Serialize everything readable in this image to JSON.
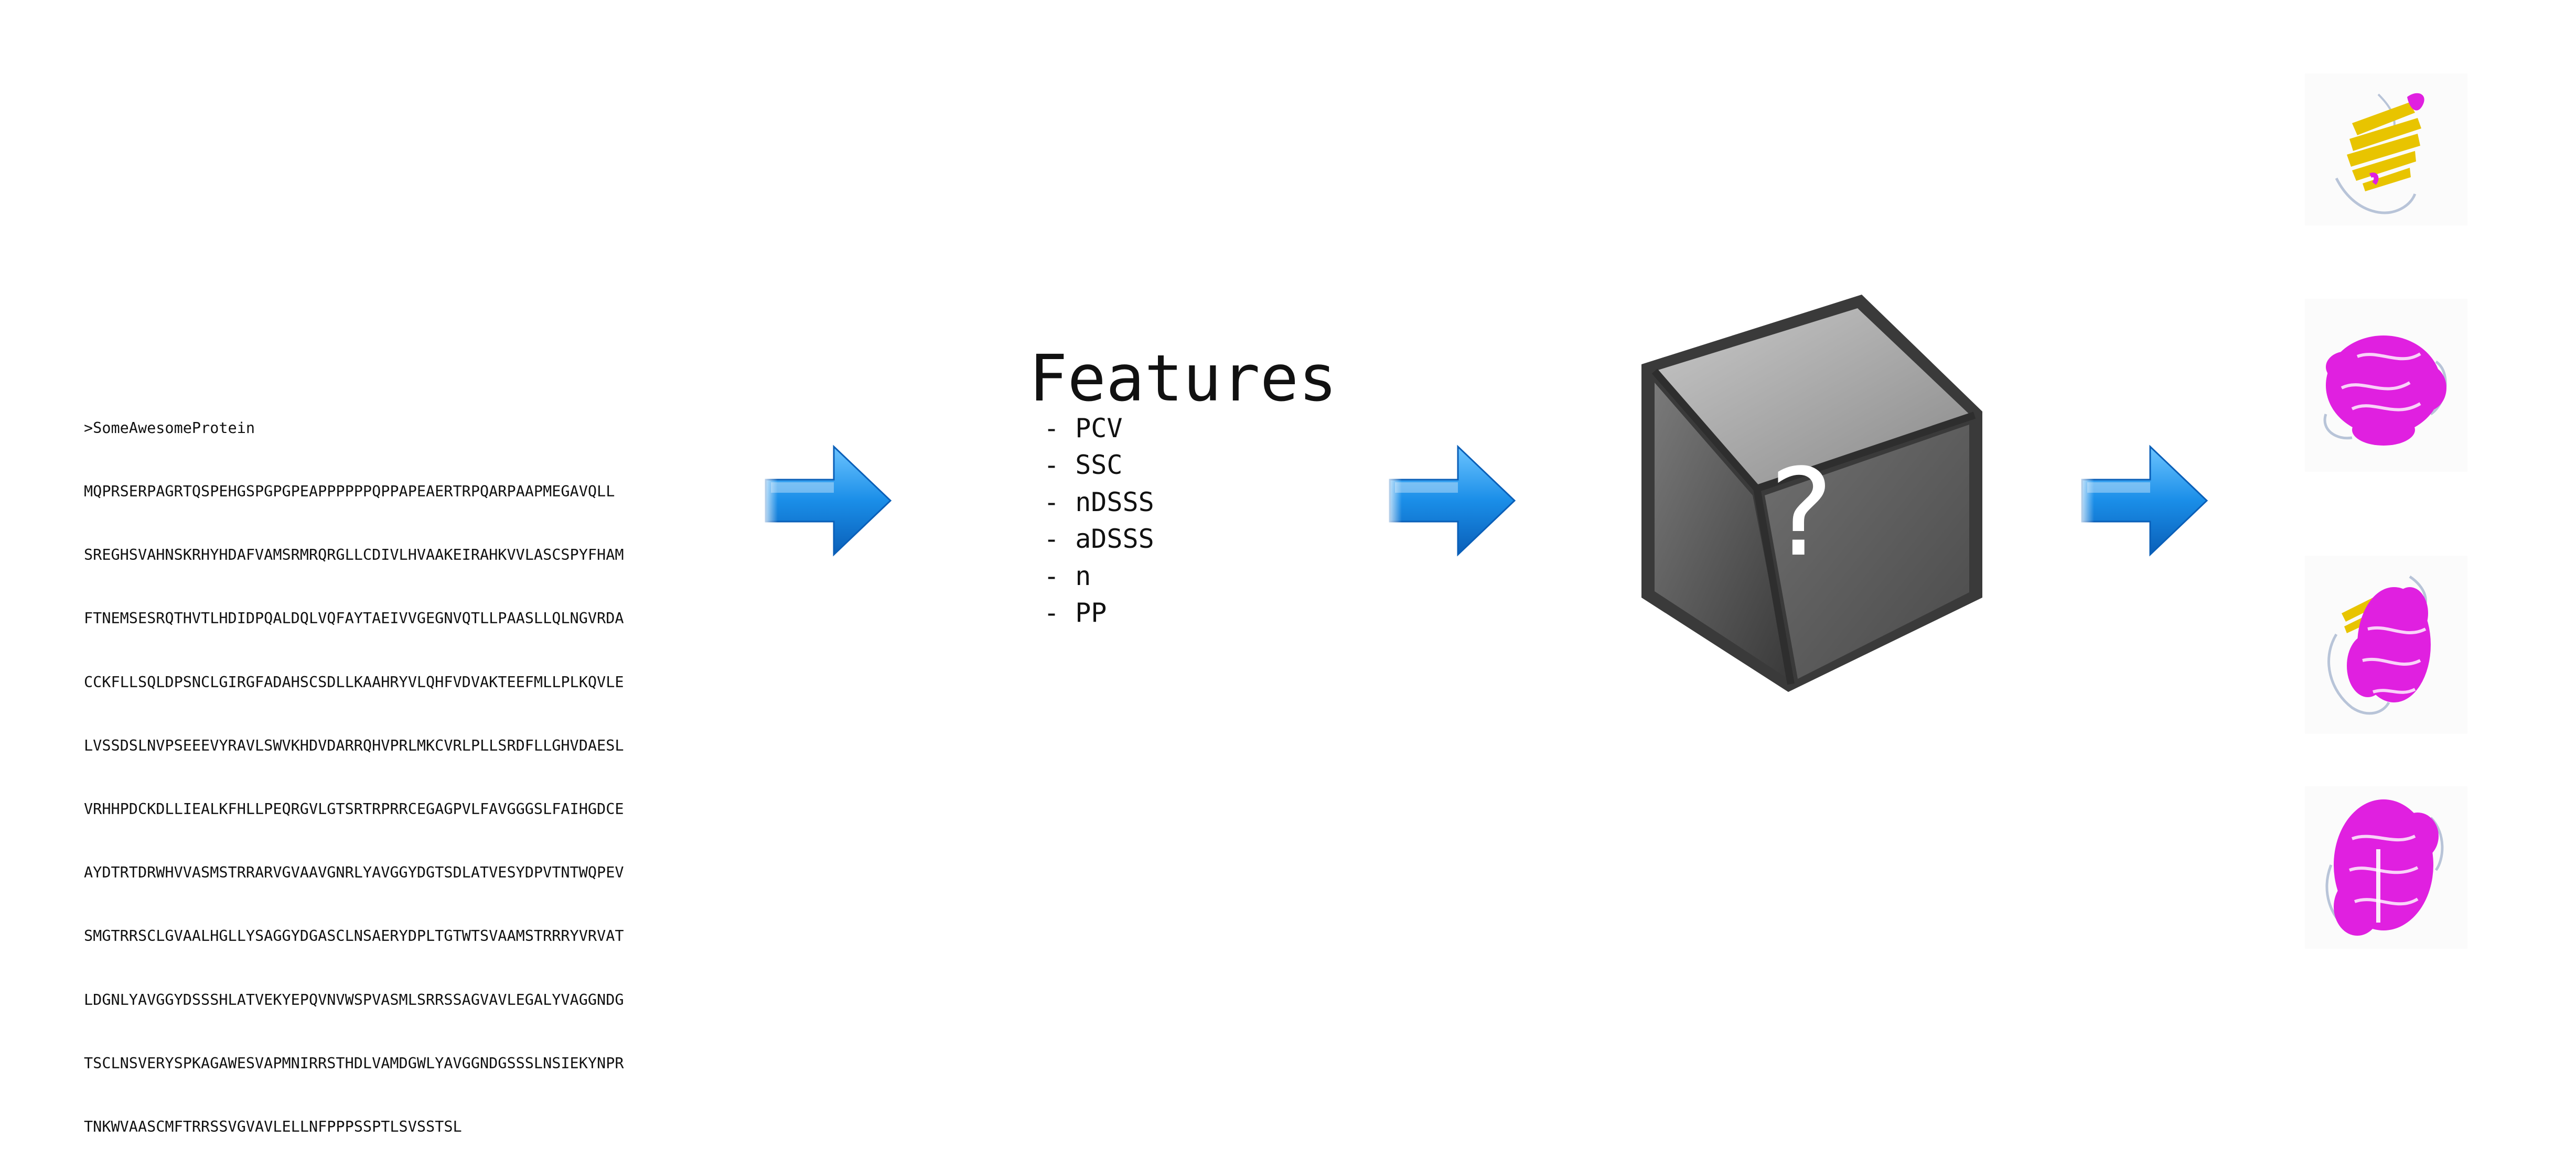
{
  "sequence": {
    "header": ">SomeAwesomeProtein",
    "lines": [
      "MQPRSERPAGRTQSPEHGSPGPGPEAPPPPPPQPPAPEAERTRPQARPAAPMEGAVQLL",
      "SREGHSVAHNSKRHYHDAFVAMSRMRQRGLLCDIVLHVAAKEIRAHKVVLASCSPYFHAM",
      "FTNEMSESRQTHVTLHDIDPQALDQLVQFAYTAEIVVGEGNVQTLLPAASLLQLNGVRDA",
      "CCKFLLSQLDPSNCLGIRGFADAHSCSDLLKAAHRYVLQHFVDVAKTEEFMLLPLKQVLE",
      "LVSSDSLNVPSEEEVYRAVLSWVKHDVDARRQHVPRLMKCVRLPLLSRDFLLGHVDAESL",
      "VRHHPDCKDLLIEALKFHLLPEQRGVLGTSRTRPRRCEGAGPVLFAVGGGSLFAIHGDCE",
      "AYDTRTDRWHVVASMSTRRARVGVAAVGNRLYAVGGYDGTSDLATVESYDPVTNTWQPEV",
      "SMGTRRSCLGVAALHGLLYSAGGYDGASCLNSAERYDPLTGTWTSVAAMSTRRRYVRVAT",
      "LDGNLYAVGGYDSSSHLATVEKYEPQVNVWSPVASMLSRRSSAGVAVLEGALYVAGGNDG",
      "TSCLNSVERYSPKAGAWESVAPMNIRRSTHDLVAMDGWLYAVGGNDGSSSLNSIEKYNPR",
      "TNKWVAASCMFTRRSSVGVAVLELLNFPPPSSPTLSVSSTSL"
    ]
  },
  "features": {
    "title": "Features",
    "items": [
      "- PCV",
      "- SSC",
      "- nDSSS",
      "- aDSSS",
      "- n",
      "- PP"
    ]
  },
  "black_box": {
    "symbol": "?"
  },
  "outputs": {
    "structures": [
      {
        "structure_class": "beta",
        "colors": [
          "#e8c400",
          "#e020e0"
        ]
      },
      {
        "structure_class": "alpha",
        "colors": [
          "#e020e0"
        ]
      },
      {
        "structure_class": "mixed",
        "colors": [
          "#e020e0",
          "#e8c400"
        ]
      },
      {
        "structure_class": "alpha",
        "colors": [
          "#e020e0"
        ]
      }
    ]
  },
  "colors": {
    "arrow": "#1a8ee8",
    "helix": "#e020e0",
    "strand": "#e8c400",
    "cube_dark": "#3a3a3a",
    "cube_light": "#9a9a9a"
  }
}
